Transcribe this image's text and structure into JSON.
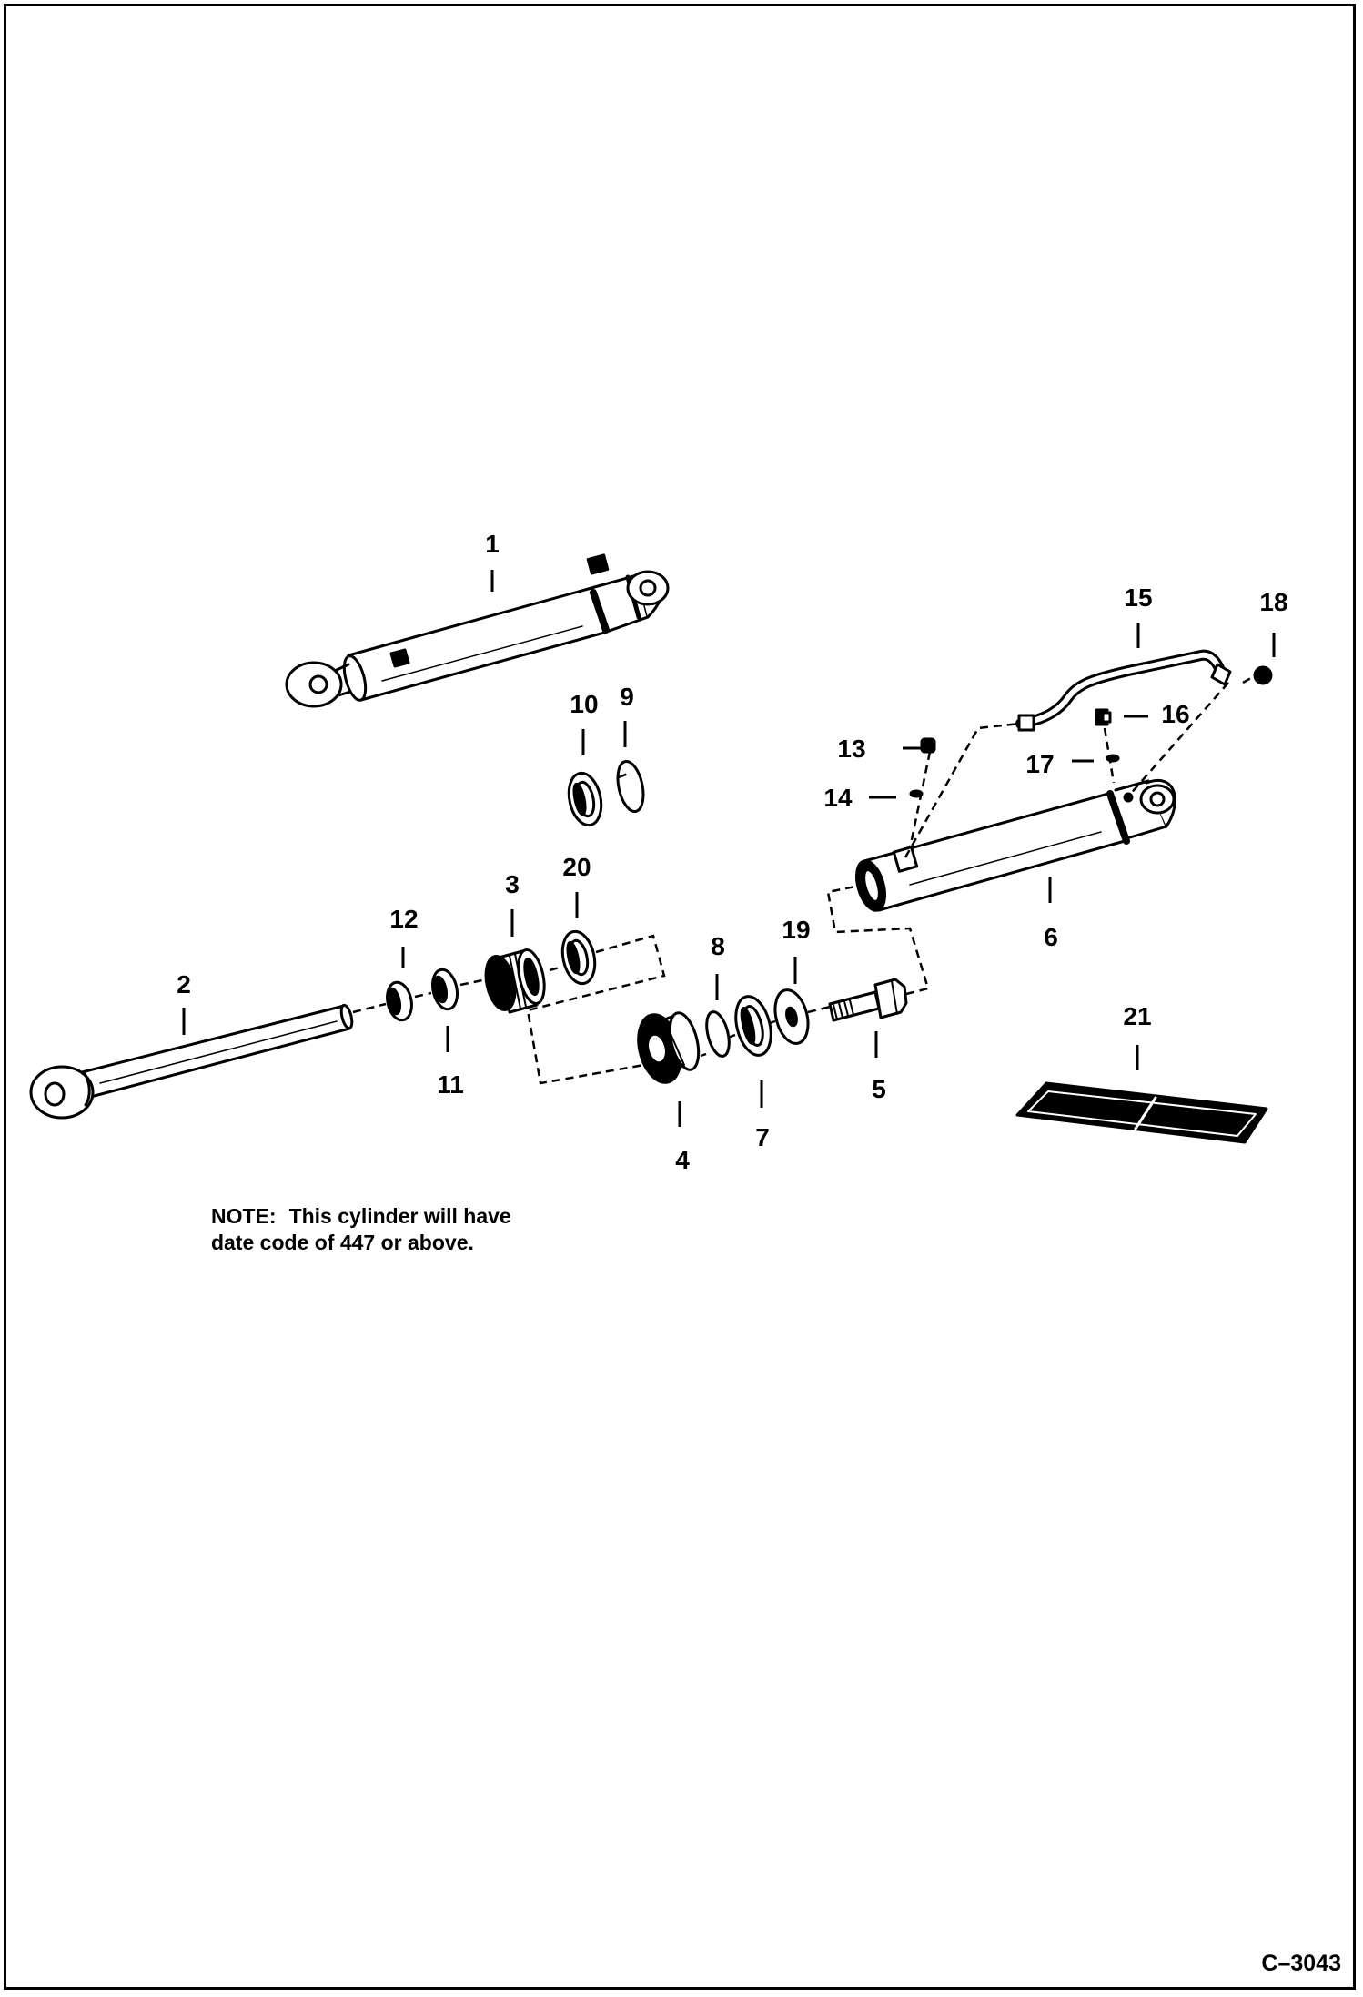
{
  "callouts": {
    "c1": "1",
    "c2": "2",
    "c3": "3",
    "c4": "4",
    "c5": "5",
    "c6": "6",
    "c7": "7",
    "c8": "8",
    "c9": "9",
    "c10": "10",
    "c11": "11",
    "c12": "12",
    "c13": "13",
    "c14": "14",
    "c15": "15",
    "c16": "16",
    "c17": "17",
    "c18": "18",
    "c19": "19",
    "c20": "20",
    "c21": "21"
  },
  "note": {
    "label": "NOTE:",
    "line1": "This cylinder will have",
    "line2": "date code of 447 or above."
  },
  "figure_ref": "C–3043",
  "colors": {
    "ink": "#000000",
    "paper": "#ffffff"
  }
}
